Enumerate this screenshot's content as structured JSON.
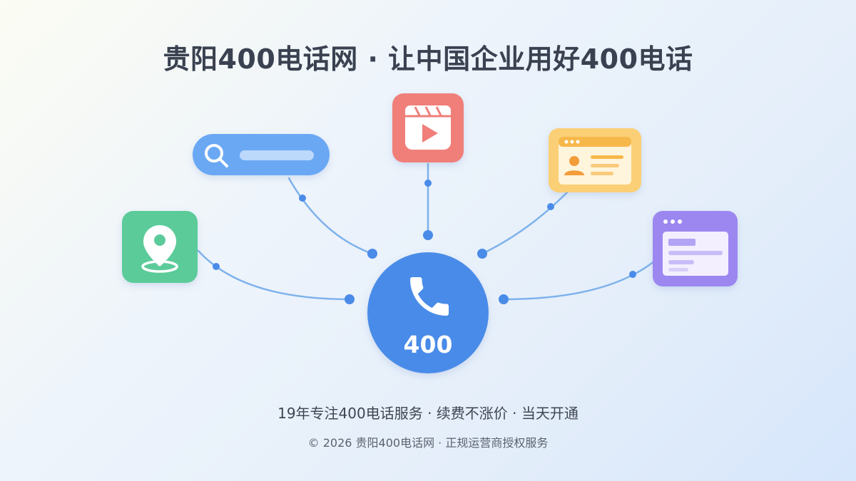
{
  "header": {
    "title": "贵阳400电话网 · 让中国企业用好400电话"
  },
  "hub": {
    "label": "400",
    "icon": "phone-icon",
    "color": "#4a8be8"
  },
  "channels": [
    {
      "name": "map-location",
      "icon": "map-pin-icon",
      "color": "#5ccb9a"
    },
    {
      "name": "search",
      "icon": "search-icon",
      "color": "#6aa8f4"
    },
    {
      "name": "video",
      "icon": "play-video-icon",
      "color": "#f07f7a"
    },
    {
      "name": "profile-card",
      "icon": "id-card-icon",
      "color": "#fbcf74"
    },
    {
      "name": "web-page",
      "icon": "browser-window-icon",
      "color": "#9b87ef"
    }
  ],
  "footer": {
    "tagline": "19年专注400电话服务 · 续费不涨价 · 当天开通",
    "copyright": "© 2026 贵阳400电话网 · 正规运营商授权服务"
  }
}
